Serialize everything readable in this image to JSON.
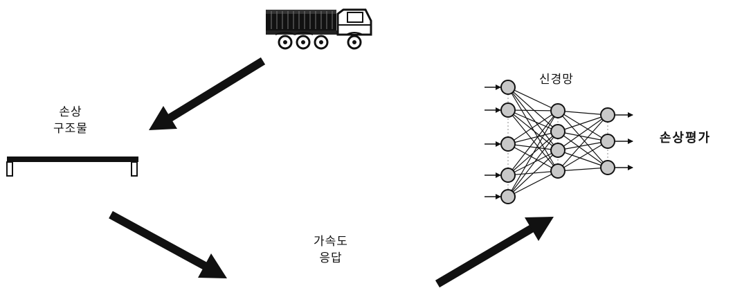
{
  "labels": {
    "damaged_structure_line1": "손상",
    "damaged_structure_line2": "구조물",
    "acceleration_line1": "가속도",
    "acceleration_line2": "응답",
    "neural_network": "신경망",
    "damage_assessment": "손상평가"
  },
  "icons": {
    "vehicle": "dump-truck-icon",
    "structure": "beam-icon",
    "network": "neural-network-icon"
  },
  "colors": {
    "ink": "#111111"
  }
}
